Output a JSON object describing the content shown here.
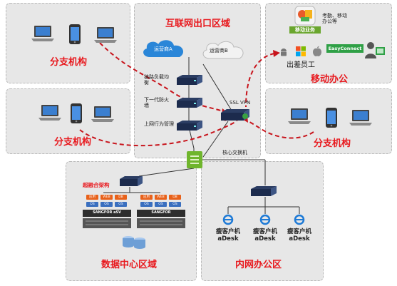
{
  "regions": {
    "internet_exit": "互联网出口区域",
    "branch_top": "分支机构",
    "branch_left": "分支机构",
    "branch_right": "分支机构",
    "mobile_office": "移动办公",
    "datacenter": "数据中心区域",
    "intranet_office": "内网办公区"
  },
  "internet": {
    "isp_a": "运营商A",
    "isp_b": "运营商B",
    "load_balancer": "链路负载均衡",
    "ngfw": "下一代防火墙",
    "behavior_mgmt": "上网行为管理",
    "ssl_vpn": "SSL VPN",
    "core_switch": "核心交换机"
  },
  "mobile": {
    "app_caption": "考勤、移动办公等",
    "app_tag": "移动业务",
    "easyconnect": "EasyConnect",
    "staff": "出差员工"
  },
  "datacenter": {
    "hci_label": "超融合架构",
    "vm_chips": [
      "应用",
      "WEB",
      "DB",
      "OS",
      "OS",
      "OS",
      "应用",
      "WEB",
      "DB",
      "OS",
      "OS",
      "OS"
    ],
    "hosts": [
      "SANGFOR aSV",
      "SANGFOR"
    ]
  },
  "intranet": {
    "clients": [
      {
        "line1": "瘦客户机",
        "line2": "aDesk"
      },
      {
        "line1": "瘦客户机",
        "line2": "aDesk"
      },
      {
        "line1": "瘦客户机",
        "line2": "aDesk"
      }
    ]
  },
  "colors": {
    "accent_red": "#e8191e",
    "panel_bg": "#e7e7e7",
    "link_red": "#c8141c"
  }
}
